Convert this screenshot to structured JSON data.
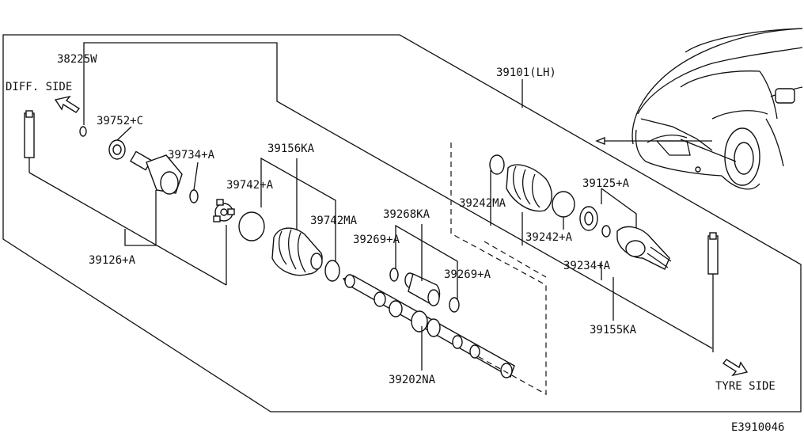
{
  "diagram": {
    "side_labels": {
      "diff": "DIFF. SIDE",
      "tyre": "TYRE SIDE"
    },
    "figure_code": "E3910046",
    "parts": [
      {
        "id": "p38225w",
        "label": "38225W"
      },
      {
        "id": "p39752c",
        "label": "39752+C"
      },
      {
        "id": "p39734a",
        "label": "39734+A"
      },
      {
        "id": "p39742a",
        "label": "39742+A"
      },
      {
        "id": "p39156ka",
        "label": "39156KA"
      },
      {
        "id": "p39742ma",
        "label": "39742MA"
      },
      {
        "id": "p39126a",
        "label": "39126+A"
      },
      {
        "id": "p39268ka",
        "label": "39268KA"
      },
      {
        "id": "p39269a_l",
        "label": "39269+A"
      },
      {
        "id": "p39269a_r",
        "label": "39269+A"
      },
      {
        "id": "p39242ma",
        "label": "39242MA"
      },
      {
        "id": "p39242a",
        "label": "39242+A"
      },
      {
        "id": "p39125a",
        "label": "39125+A"
      },
      {
        "id": "p39234a",
        "label": "39234+A"
      },
      {
        "id": "p39155ka",
        "label": "39155KA"
      },
      {
        "id": "p39202na",
        "label": "39202NA"
      },
      {
        "id": "p39101lh",
        "label": "39101(LH)"
      }
    ]
  }
}
